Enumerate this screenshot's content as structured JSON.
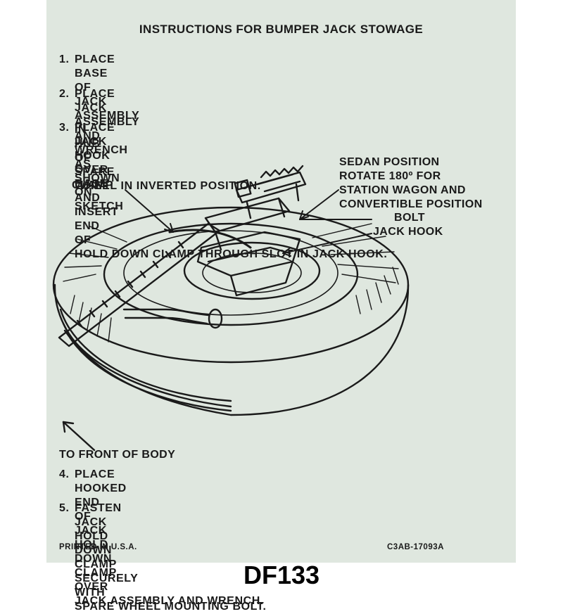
{
  "title": "INSTRUCTIONS FOR BUMPER JACK STOWAGE",
  "steps_top": [
    {
      "num": "1.",
      "lines": [
        "PLACE BASE OF JACK ASSEMBLY IN HUB OF SPARE",
        "WHEEL IN INVERTED POSITION."
      ]
    },
    {
      "num": "2.",
      "lines": [
        "PLACE JACK ASSEMBLY AND WRENCH AS SHOWN ON",
        "SKETCH"
      ]
    },
    {
      "num": "3.",
      "lines": [
        "PLACE JACK HOOK OVER BASE AND INSERT END OF",
        "HOLD DOWN CLAMP THROUGH SLOT IN JACK HOOK."
      ]
    }
  ],
  "diagram_labels": {
    "clamp": "CLAMP",
    "sedan": [
      "SEDAN POSITION",
      "ROTATE 180º FOR",
      "STATION WAGON AND",
      "CONVERTIBLE POSITION"
    ],
    "bolt": "BOLT",
    "jack_hook": "JACK HOOK",
    "front": "TO FRONT OF BODY"
  },
  "steps_bottom": [
    {
      "num": "4.",
      "lines": [
        "PLACE HOOKED END OF JACK HOLD DOWN CLAMP OVER",
        "JACK ASSEMBLY AND WRENCH."
      ]
    },
    {
      "num": "5.",
      "lines": [
        "FASTEN JACK HOLD DOWN CLAMP SECURELY WITH",
        "SPARE WHEEL MOUNTING BOLT."
      ]
    }
  ],
  "footer": {
    "printed": "PRINTED IN U.S.A.",
    "part_no": "C3AB-17093A"
  },
  "product_code": "DF133",
  "colors": {
    "decal_bg": "#dfe7df",
    "ink": "#1a1a1a"
  }
}
